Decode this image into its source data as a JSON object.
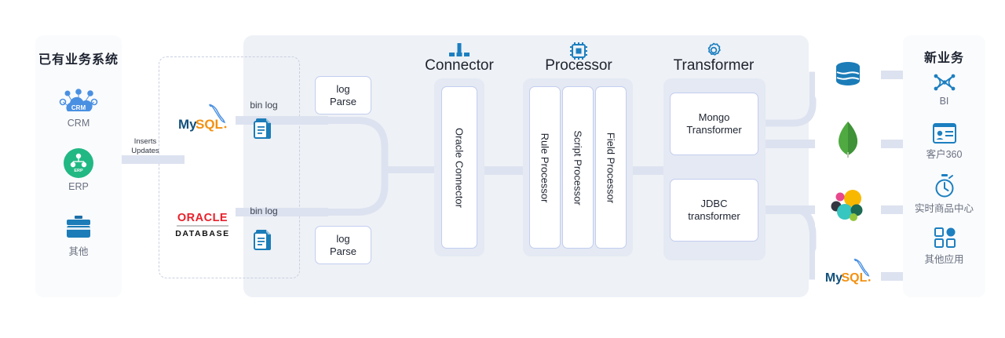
{
  "left_panel": {
    "title": "已有业务系统",
    "items": [
      {
        "icon": "crm-cloud-icon",
        "label": "CRM"
      },
      {
        "icon": "erp-circle-icon",
        "label": "ERP"
      },
      {
        "icon": "briefcase-icon",
        "label": "其他"
      }
    ]
  },
  "flow": {
    "inserts_updates": "Inserts\nUpdates",
    "binlog_label": "bin log",
    "log_parse_label": "log\nParse"
  },
  "sources": [
    {
      "icon": "mysql-logo",
      "name": "MySQL"
    },
    {
      "icon": "oracle-database-logo",
      "name": "ORACLE DATABASE"
    }
  ],
  "sections": [
    {
      "id": "connector",
      "title": "Connector",
      "icon": "plug-connector-icon",
      "boxes": [
        {
          "label": "Oracle Connector",
          "orientation": "vertical"
        }
      ]
    },
    {
      "id": "processor",
      "title": "Processor",
      "icon": "cpu-chip-icon",
      "boxes": [
        {
          "label": "Rule Processor",
          "orientation": "vertical"
        },
        {
          "label": "Script Processor",
          "orientation": "vertical"
        },
        {
          "label": "Field Processor",
          "orientation": "vertical"
        }
      ]
    },
    {
      "id": "transformer",
      "title": "Transformer",
      "icon": "gear-icon",
      "boxes": [
        {
          "label": "Mongo\nTransformer",
          "orientation": "horizontal"
        },
        {
          "label": "JDBC\ntransformer",
          "orientation": "horizontal"
        }
      ]
    }
  ],
  "targets": [
    {
      "icon": "database-cylinder-icon",
      "name": "Database"
    },
    {
      "icon": "mongodb-leaf-logo",
      "name": "MongoDB"
    },
    {
      "icon": "elasticsearch-logo",
      "name": "Elasticsearch"
    },
    {
      "icon": "mysql-logo",
      "name": "MySQL"
    }
  ],
  "right_panel": {
    "title": "新业务",
    "items": [
      {
        "icon": "bi-network-icon",
        "label": "BI"
      },
      {
        "icon": "id-card-icon",
        "label": "客户360"
      },
      {
        "icon": "stopwatch-icon",
        "label": "实时商品中心"
      },
      {
        "icon": "apps-grid-icon",
        "label": "其他应用"
      }
    ]
  },
  "colors": {
    "accent_blue": "#1c7fc0",
    "rail": "#dde2f0",
    "panel_bg": "#eef1f6",
    "group_bg": "#e4e9f3",
    "box_border": "#c3cef0",
    "green": "#21b884",
    "mongo_green": "#4faa41"
  }
}
